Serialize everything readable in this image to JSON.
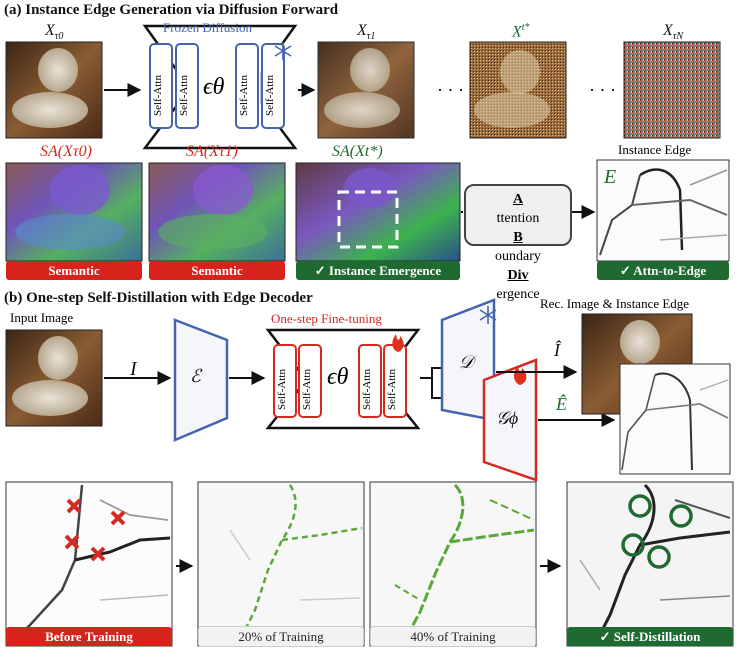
{
  "section_a": {
    "title": "(a) Instance Edge Generation via Diffusion Forward",
    "frozen_diffusion": "Frozen Diffusion",
    "self_attn": "Self-Attn",
    "eps_theta": "ϵθ",
    "x_tau0": "X",
    "x_tau0_sub": "τ0",
    "x_tau1": "X",
    "x_tau1_sub": "τ1",
    "x_tstar": "X",
    "x_tstar_sub": "t*",
    "x_tauN": "X",
    "x_tauN_sub": "τN",
    "ellipsis": "· · ·",
    "sa_tau0": "SA(Xτ0)",
    "sa_tau1": "SA(Xτ1)",
    "sa_tstar": "SA(Xt*)",
    "instance_edge_label": "Instance Edge",
    "edge_symbol": "E",
    "attn_line1_first": "A",
    "attn_line1_rest": "ttention",
    "attn_line2_first": "B",
    "attn_line2_rest": "oundary",
    "attn_line3_first": "Div",
    "attn_line3_rest": "ergence",
    "badge_semantic_1": "Semantic",
    "badge_semantic_2": "Semantic",
    "badge_instance": "✓ Instance Emergence",
    "badge_attn_edge": "✓ Attn-to-Edge"
  },
  "section_b": {
    "title": "(b) One-step Self-Distillation with Edge Decoder",
    "input_image": "Input Image",
    "one_step": "One-step Fine-tuning",
    "rec_label": "Rec. Image & Instance Edge",
    "i_symbol": "I",
    "encoder_symbol": "ℰ",
    "decoder_symbol": "𝒟",
    "g_phi": "𝒢ϕ",
    "i_hat": "Î",
    "e_hat": "Ê",
    "eps_theta": "ϵθ",
    "self_attn": "Self-Attn",
    "badge_before": "Before Training",
    "badge_20": "20% of Training",
    "badge_40": "40% of Training",
    "badge_self": "✓ Self-Distillation"
  },
  "colors": {
    "red": "#d42a22",
    "green": "#1e6a31",
    "blue": "#4464b0"
  }
}
